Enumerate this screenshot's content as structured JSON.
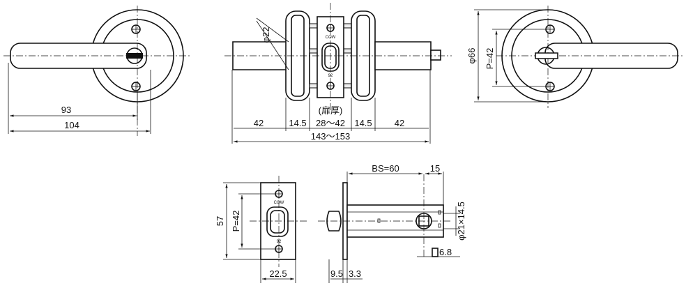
{
  "front_view": {
    "dim_93": "93",
    "dim_104": "104"
  },
  "side_view": {
    "dia_22": "φ22",
    "door_thickness": "(扉厚)",
    "dim_42_left": "42",
    "dim_14_5_left": "14.5",
    "dim_28_42": "28〜42",
    "dim_14_5_right": "14.5",
    "dim_42_right": "42",
    "dim_143_153": "143〜153",
    "plate_cow": "COW",
    "plate_92": "92"
  },
  "back_view": {
    "dia_66": "φ66",
    "pitch": "P=42"
  },
  "latch_front": {
    "dim_57": "57",
    "pitch": "P=42",
    "dim_22_5": "22.5",
    "plate_cow": "COW",
    "plate_92": "92"
  },
  "latch_side": {
    "bs": "BS=60",
    "dim_15": "15",
    "dia_21": "φ21×14.5",
    "dim_6_8": "6.8",
    "dim_9_5": "9.5",
    "dim_3_3": "3.3"
  }
}
